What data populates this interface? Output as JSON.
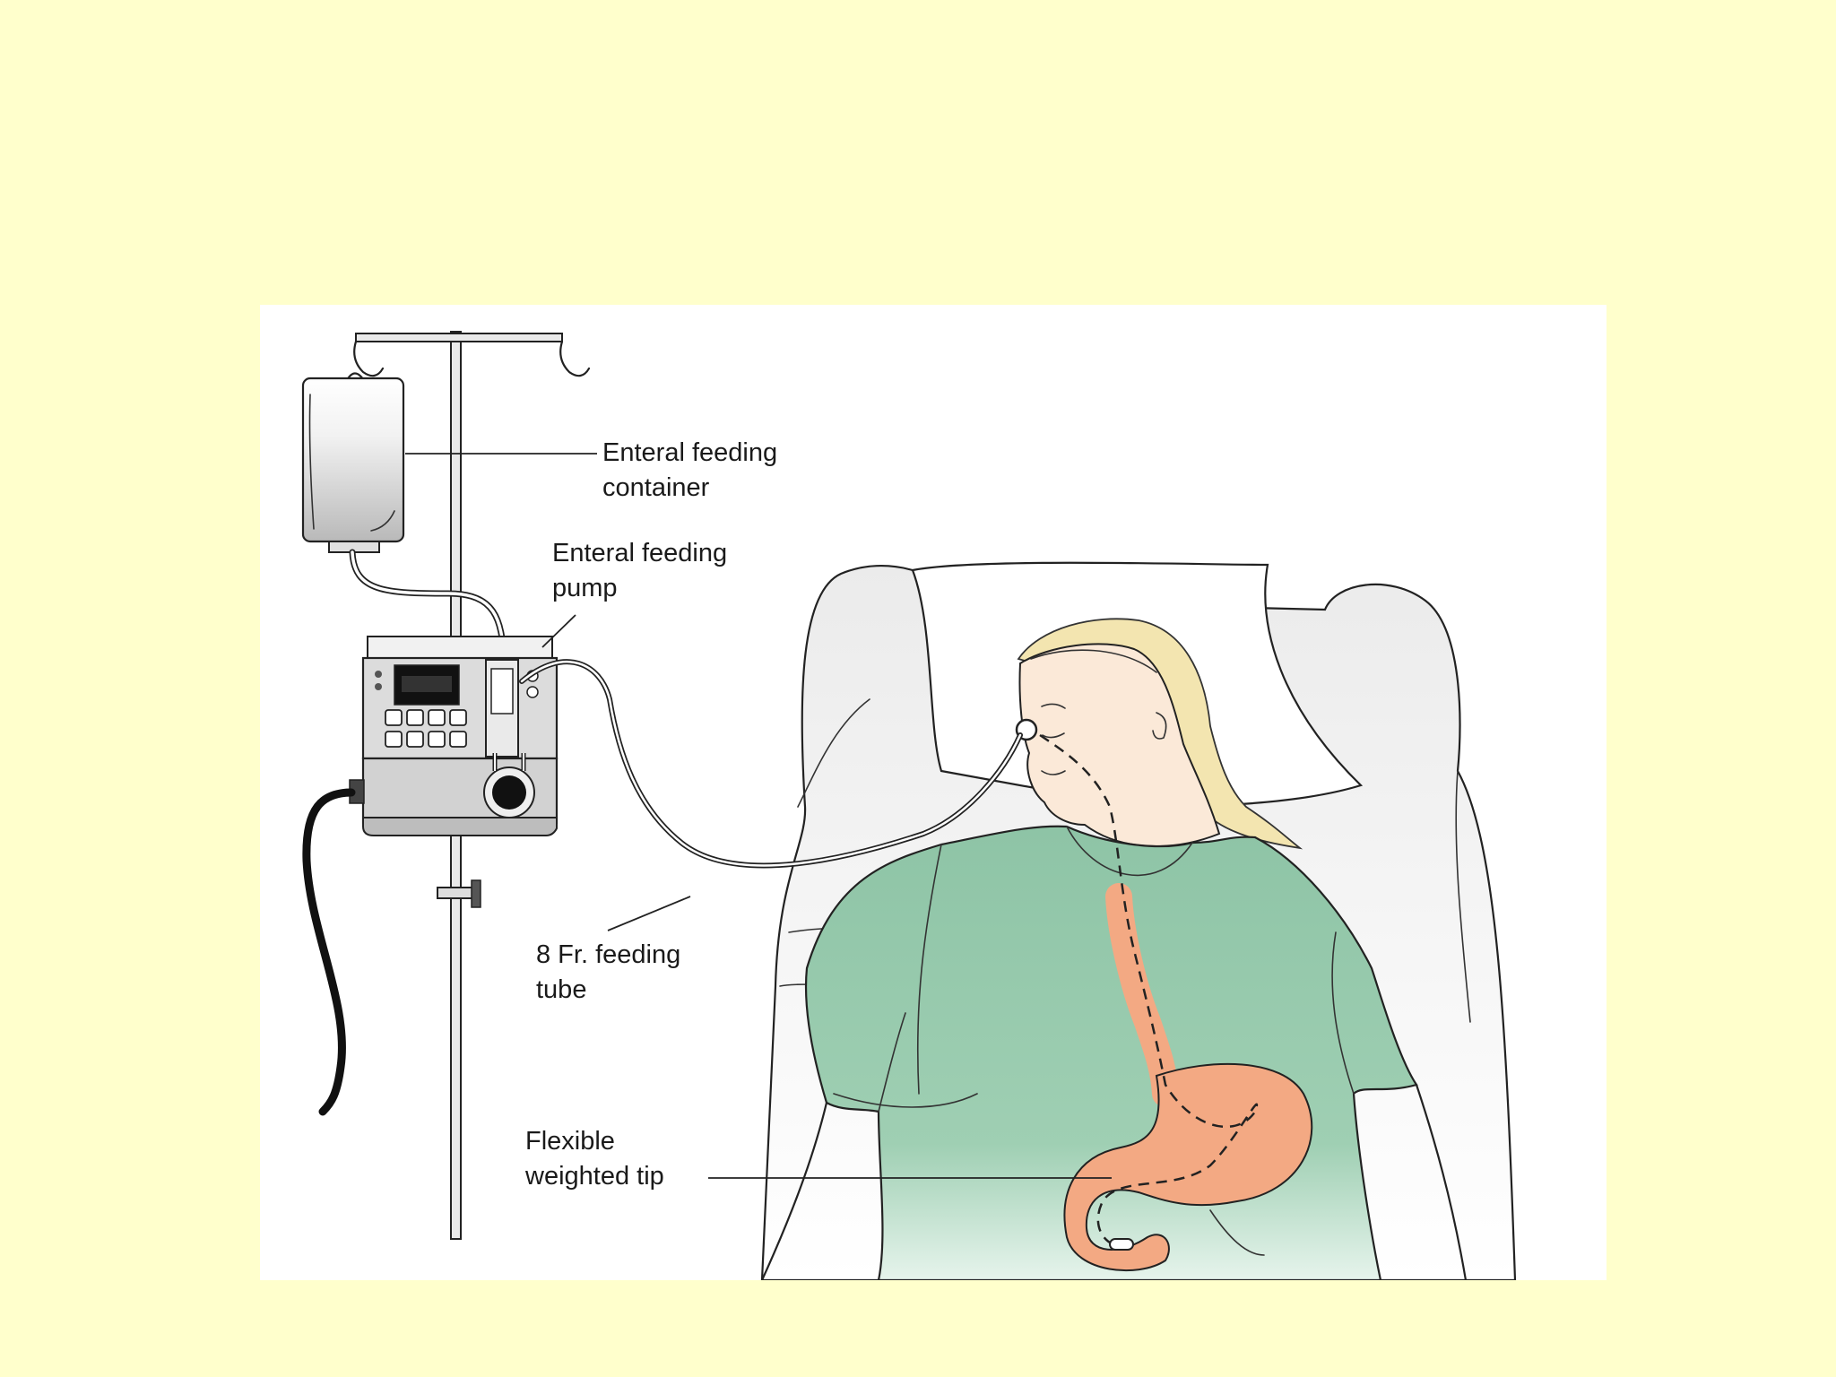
{
  "colors": {
    "slide_background": "#ffffcc",
    "figure_background": "#ffffff",
    "gown": "#8ec4a6",
    "stomach": "#f3a983",
    "skin": "#fbe9d8",
    "hair": "#f3e5b0"
  },
  "labels": {
    "container": [
      "Enteral feeding",
      "container"
    ],
    "pump": [
      "Enteral feeding",
      "pump"
    ],
    "tube": [
      "8 Fr. feeding",
      "tube"
    ],
    "tip": [
      "Flexible",
      "weighted tip"
    ]
  }
}
